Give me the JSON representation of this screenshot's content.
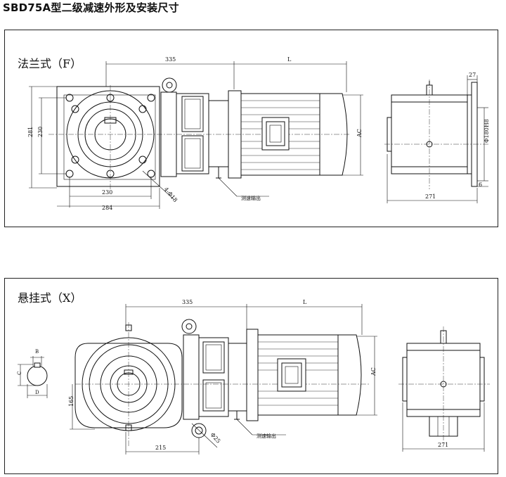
{
  "title": "SBD75A型二级减速外形及安装尺寸",
  "sections": {
    "flange": {
      "label": "法兰式（F）"
    },
    "hanging": {
      "label": "悬挂式（X）"
    }
  },
  "flange_dims": {
    "d335": "335",
    "dL": "L",
    "d281": "281",
    "d230v": "230",
    "d230h": "230",
    "d284": "284",
    "holes": "4-Φ18",
    "ac": "AC",
    "d27": "27",
    "d180": "Φ180H8",
    "d6": "6",
    "d271": "271",
    "speed_out": "测速输出"
  },
  "hanging_dims": {
    "d335": "335",
    "dL": "L",
    "dB": "B",
    "dC": "C",
    "dD": "D",
    "d165": "165",
    "d215": "215",
    "d25": "Φ25",
    "ac": "AC",
    "d271": "271",
    "speed_out": "测速输出"
  }
}
